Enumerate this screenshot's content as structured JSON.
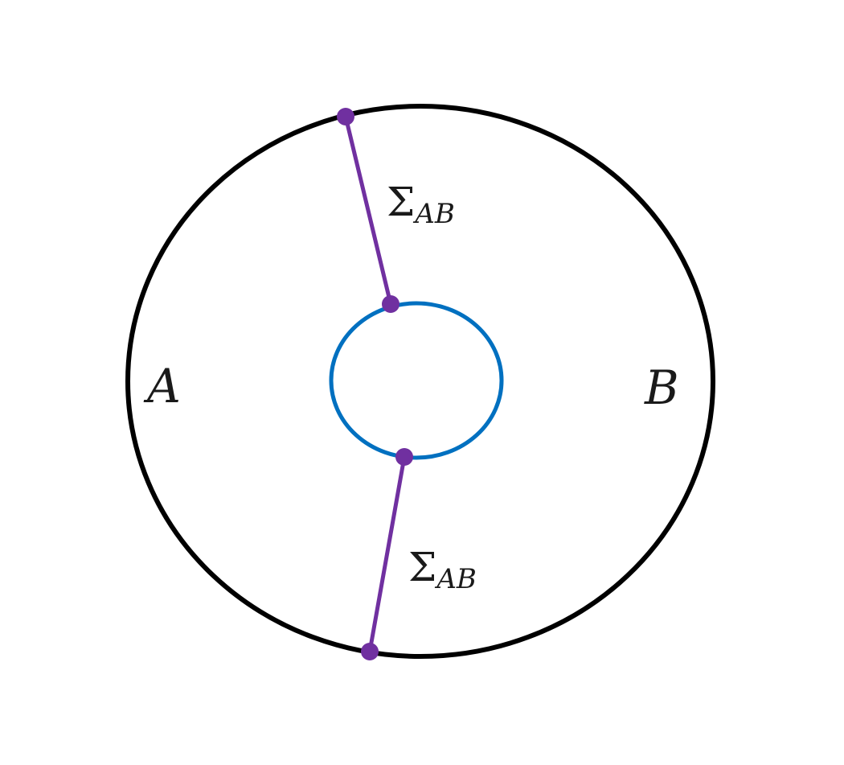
{
  "diagram": {
    "colors": {
      "outer_boundary": "#000000",
      "inner_boundary": "#0070C0",
      "surface": "#7030A0",
      "text": "#1a1a1a",
      "background": "#ffffff"
    },
    "regions": {
      "left_label": "A",
      "right_label": "B"
    },
    "surfaces": [
      {
        "symbol": "Σ",
        "subscript": "AB"
      },
      {
        "symbol": "Σ",
        "subscript": "AB"
      }
    ]
  }
}
